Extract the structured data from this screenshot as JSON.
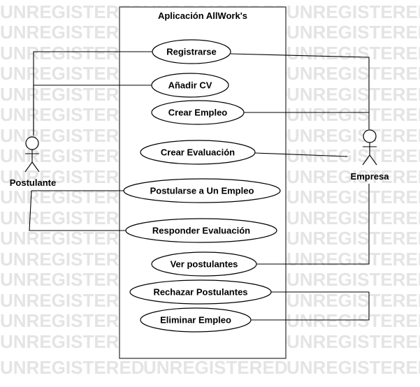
{
  "watermark": "UNREGISTERED",
  "system": {
    "title": "Aplicación AllWork's"
  },
  "actors": [
    {
      "id": "postulante",
      "label": "Postulante"
    },
    {
      "id": "empresa",
      "label": "Empresa"
    }
  ],
  "use_cases": [
    {
      "id": "registrarse",
      "label": "Registrarse"
    },
    {
      "id": "anadir_cv",
      "label": "Añadir CV"
    },
    {
      "id": "crear_empleo",
      "label": "Crear Empleo"
    },
    {
      "id": "crear_evaluacion",
      "label": "Crear Evaluación"
    },
    {
      "id": "postularse",
      "label": "Postularse a Un Empleo"
    },
    {
      "id": "responder_evaluacion",
      "label": "Responder Evaluación"
    },
    {
      "id": "ver_postulantes",
      "label": "Ver postulantes"
    },
    {
      "id": "rechazar_postulantes",
      "label": "Rechazar Postulantes"
    },
    {
      "id": "eliminar_empleo",
      "label": "Eliminar Empleo"
    }
  ],
  "associations": [
    {
      "from": "postulante",
      "to": "registrarse"
    },
    {
      "from": "postulante",
      "to": "anadir_cv"
    },
    {
      "from": "postulante",
      "to": "postularse"
    },
    {
      "from": "postulante",
      "to": "responder_evaluacion"
    },
    {
      "from": "empresa",
      "to": "registrarse"
    },
    {
      "from": "empresa",
      "to": "crear_empleo"
    },
    {
      "from": "empresa",
      "to": "crear_evaluacion"
    },
    {
      "from": "empresa",
      "to": "ver_postulantes"
    },
    {
      "from": "empresa",
      "to": "rechazar_postulantes"
    },
    {
      "from": "empresa",
      "to": "eliminar_empleo"
    }
  ]
}
